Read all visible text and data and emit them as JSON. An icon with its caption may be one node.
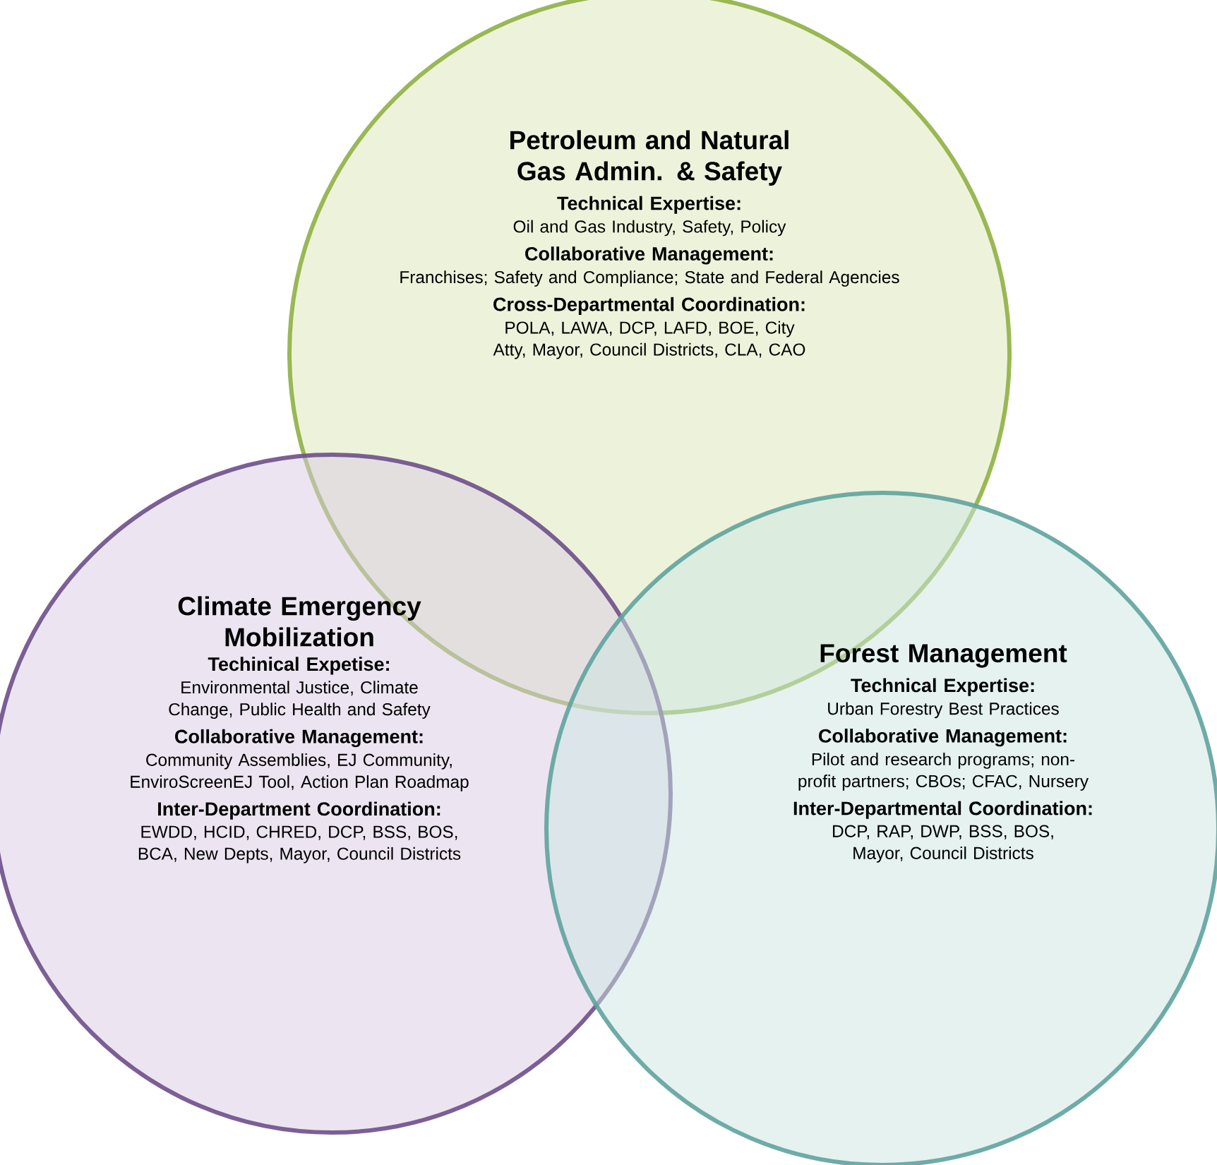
{
  "diagram": {
    "nodes": [
      {
        "text": [
          "Petroleum and Natural Gas Admin. & Safety",
          "Technical Expertise:",
          "Oil and Gas Industry, Safety, Policy",
          "Collaborative Management:",
          "Franchises; Safety and Compliance; State and Federal Agencies",
          "Cross-Departmental Coordination:",
          "POLA, LAWA, DCP, LAFD, BOE, City Atty, Mayor, Council Districts, CLA, CAO"
        ]
      },
      {
        "text": [
          "Climate Emergency Mobilization",
          "Techinical Expetise:",
          "Environmental Justice, Climate Change, Public Health and Safety",
          "Collaborative Management:",
          "Community Assemblies, EJ Community, EnviroScreenEJ Tool, Action Plan Roadmap",
          "Inter-Department Coordination:",
          "EWDD, HCID, CHRED, DCP, BSS, BOS, BCA, New Depts, Mayor, Council Districts"
        ]
      },
      {
        "text": [
          "Forest Management",
          "Technical Expertise:",
          "Urban Forestry Best Practices",
          "Collaborative Management:",
          "Pilot  and research programs; non-profit partners; CBOs; CFAC, Nursery",
          "Inter-Departmental Coordination:",
          "DCP, RAP, DWP, BSS, BOS, Mayor, Council Districts"
        ]
      }
    ]
  }
}
